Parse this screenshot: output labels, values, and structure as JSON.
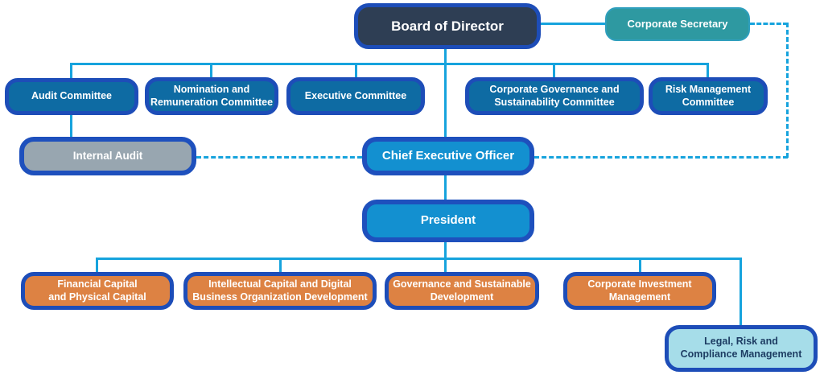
{
  "org_chart": {
    "nodes": {
      "board": {
        "label": "Board of Director"
      },
      "corporate_secretary": {
        "label": "Corporate Secretary"
      },
      "audit_committee": {
        "label": "Audit Committee"
      },
      "nomination_committee": {
        "label": "Nomination and\nRemuneration Committee"
      },
      "executive_committee": {
        "label": "Executive Committee"
      },
      "governance_committee": {
        "label": "Corporate Governance and\nSustainability Committee"
      },
      "risk_committee": {
        "label": "Risk Management\nCommittee"
      },
      "internal_audit": {
        "label": "Internal Audit"
      },
      "ceo": {
        "label": "Chief Executive Officer"
      },
      "president": {
        "label": "President"
      },
      "financial_capital": {
        "label": "Financial Capital\nand Physical Capital"
      },
      "intellectual_capital": {
        "label": "Intellectual Capital and Digital\nBusiness Organization Development"
      },
      "governance_development": {
        "label": "Governance and Sustainable\nDevelopment"
      },
      "corporate_investment": {
        "label": "Corporate Investment\nManagement"
      },
      "legal_risk_compliance": {
        "label": "Legal, Risk and\nCompliance Management"
      }
    },
    "colors": {
      "node_border_blue": "#1d4db8",
      "connector_blue": "#16a3dd",
      "board_fill": "#2e3e54",
      "secretary_fill": "#2e99a1",
      "committee_fill": "#0e6ba3",
      "internal_audit_fill": "#98a6b0",
      "executive_fill": "#1390d0",
      "division_fill": "#dd8243",
      "legal_fill": "#a6dde9"
    }
  }
}
